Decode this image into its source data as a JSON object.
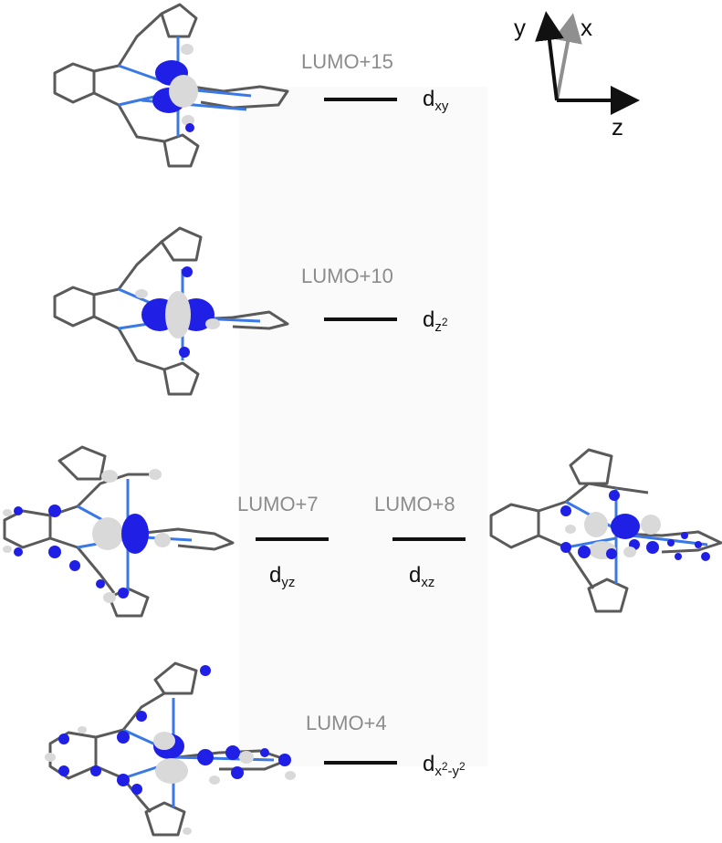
{
  "axes": {
    "y": "y",
    "x": "x",
    "z": "z",
    "colors": {
      "y": "#111111",
      "x": "#8f8f8f",
      "z": "#111111"
    }
  },
  "levels": [
    {
      "mo": "LUMO+15",
      "orbital_base": "d",
      "orbital_sub": "xy"
    },
    {
      "mo": "LUMO+10",
      "orbital_base": "d",
      "orbital_sub": "z",
      "orbital_sup": "2"
    },
    {
      "mo": "LUMO+7",
      "orbital_base": "d",
      "orbital_sub": "yz"
    },
    {
      "mo": "LUMO+8",
      "orbital_base": "d",
      "orbital_sub": "xz"
    },
    {
      "mo": "LUMO+4",
      "orbital_base": "d",
      "orbital_sub_a": "x",
      "orbital_sup_a": "2",
      "orbital_sub_mid": "-y",
      "orbital_sup_b": "2"
    }
  ],
  "colors": {
    "lobe_positive": "#1f1fe6",
    "lobe_negative": "#d9d9d9",
    "bond": "#5a5a5a",
    "n_bond": "#3a78e6",
    "level_line": "#111111",
    "mo_label": "#8c8c8c"
  }
}
